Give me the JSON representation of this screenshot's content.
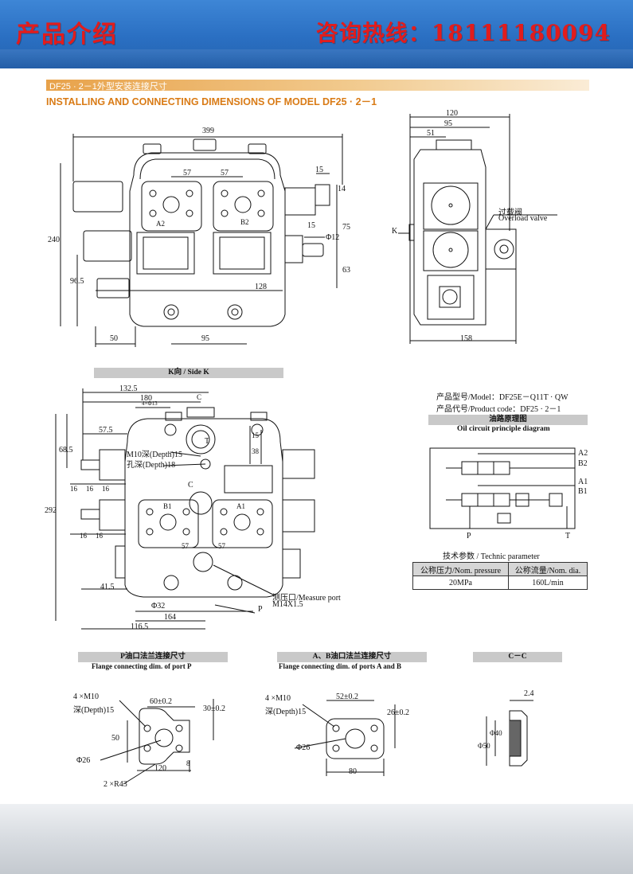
{
  "header": {
    "left_title": "产品介绍",
    "right_title": "咨询热线：18111180094"
  },
  "section": {
    "bar_label": "DF25 · 2－1外型安装连接尺寸",
    "title_en": "INSTALLING AND CONNECTING DIMENSIONS OF MODEL DF25 · 2－1"
  },
  "front_view": {
    "dims": {
      "width_399": "399",
      "d57a": "57",
      "d57b": "57",
      "d15a": "15",
      "d14": "14",
      "d75": "75",
      "d15b": "15",
      "phi12": "Φ12",
      "d63": "63",
      "d240": "240",
      "d96_5": "96.5",
      "d128": "128",
      "d50": "50",
      "d95": "95"
    },
    "port_a2": "A2",
    "port_b2": "B2"
  },
  "side_view": {
    "d120": "120",
    "d95": "95",
    "d51": "51",
    "d158": "158",
    "k": "K",
    "overload_cn": "过载阀",
    "overload_en": "Overload valve"
  },
  "side_k": {
    "label": "K向 / Side K",
    "d132_5": "132.5",
    "d180": "180",
    "c_top": "C",
    "holes": "4×Φ13",
    "d57_5": "57.5",
    "d68_5": "68.5",
    "d292": "292",
    "d16a": "16",
    "d16b": "16",
    "d16c": "16",
    "d16d": "16",
    "d16e": "16",
    "d15": "15",
    "d38": "38",
    "m10": "M10深(Depth)15",
    "hole_depth": "孔深(Depth)18",
    "port_t": "T",
    "c_mid": "C",
    "b1": "B1",
    "a1": "A1",
    "d57a": "57",
    "d57b": "57",
    "d41_5": "41.5",
    "phi32": "Φ32",
    "d164": "164",
    "d116_5": "116.5",
    "port_p": "P",
    "measure_port": "测压口/Measure port",
    "m14": "M14X1.5"
  },
  "info": {
    "model": "产品型号/Model：DF25E－Q11T · QW",
    "code": "产品代号/Product code：DF25 · 2－1"
  },
  "circuit": {
    "label_cn": "油路原理图",
    "label_en": "Oil circuit principle diagram",
    "a2": "A2",
    "b2": "B2",
    "a1": "A1",
    "b1": "B1",
    "p": "P",
    "t": "T"
  },
  "tech": {
    "title": "技术参数 / Technic parameter",
    "headers": [
      "公称压力/Nom. pressure",
      "公称流量/Nom. dia."
    ],
    "values": [
      "20MPa",
      "160L/min"
    ]
  },
  "flange_p": {
    "label_cn": "P油口法兰连接尺寸",
    "label_en": "Flange connecting dim. of port P",
    "m10": "4 ×M10",
    "depth": "深(Depth)15",
    "d60": "60±0.2",
    "d30": "30±0.2",
    "d50": "50",
    "phi26": "Φ26",
    "d8": "8",
    "d120": "120",
    "r43": "2 ×R43"
  },
  "flange_ab": {
    "label_cn": "A、B油口法兰连接尺寸",
    "label_en": "Flange connecting dim. of ports A and B",
    "m10": "4 ×M10",
    "depth": "深(Depth)15",
    "d52": "52±0.2",
    "d26": "26±0.2",
    "phi26": "Φ26",
    "d80": "80"
  },
  "section_cc": {
    "label": "C－C",
    "d2_4": "2.4",
    "phi50": "Φ50",
    "phi40": "Φ40"
  }
}
